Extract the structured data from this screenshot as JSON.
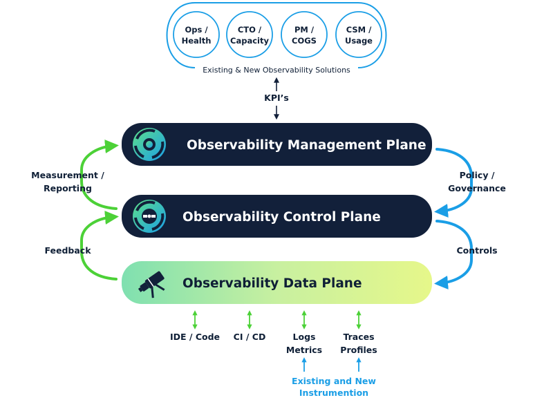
{
  "solutions": {
    "items": [
      {
        "line1": "Ops /",
        "line2": "Health"
      },
      {
        "line1": "CTO /",
        "line2": "Capacity"
      },
      {
        "line1": "PM /",
        "line2": "COGS"
      },
      {
        "line1": "CSM /",
        "line2": "Usage"
      }
    ],
    "caption": "Existing & New Observability Solutions"
  },
  "kpi_label": "KPI’s",
  "planes": {
    "management": "Observability Management Plane",
    "control": "Observability Control Plane",
    "data": "Observability Data Plane"
  },
  "side_labels": {
    "measurement_line1": "Measurement /",
    "measurement_line2": "Reporting",
    "feedback": "Feedback",
    "policy_line1": "Policy /",
    "policy_line2": "Governance",
    "controls": "Controls"
  },
  "sources": [
    {
      "line1": "IDE / Code",
      "line2": ""
    },
    {
      "line1": "CI / CD",
      "line2": ""
    },
    {
      "line1": "Logs",
      "line2": "Metrics"
    },
    {
      "line1": "Traces",
      "line2": "Profiles"
    }
  ],
  "instrumentation": {
    "line1": "Existing and New",
    "line2": "Instrumention"
  },
  "colors": {
    "navy": "#12203a",
    "blue": "#1a9ee6",
    "green": "#4cd137",
    "text": "#0f1f36"
  },
  "icons": {
    "management": "observability-globe-icon",
    "control": "satellite-globe-icon",
    "data": "telescope-icon"
  }
}
